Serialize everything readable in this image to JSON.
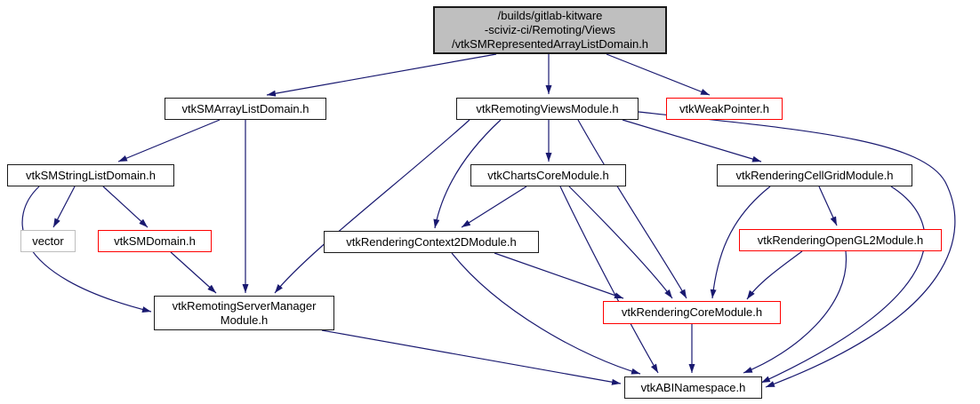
{
  "graph": {
    "title": "include dependency graph for /builds/gitlab-kitware-sciviz-ci/Remoting/Views/vtkSMRepresentedArrayListDomain.h",
    "background_color": "#ffffff",
    "edge_color": "#191970",
    "node_fill": "#ffffff",
    "main_node_fill": "#bfbfbf",
    "border_colors": {
      "normal": "#1a1a1a",
      "truncated": "#ff0000",
      "external": "#bebebe"
    },
    "nodes": [
      {
        "id": "main",
        "label": [
          "/builds/gitlab-kitware",
          "-sciviz-ci/Remoting/Views",
          "/vtkSMRepresentedArrayListDomain.h"
        ],
        "type": "main",
        "clickable": false
      },
      {
        "id": "arrayList",
        "label": [
          "vtkSMArrayListDomain.h"
        ],
        "type": "normal",
        "clickable": true
      },
      {
        "id": "remViews",
        "label": [
          "vtkRemotingViewsModule.h"
        ],
        "type": "normal",
        "clickable": true
      },
      {
        "id": "weakPtr",
        "label": [
          "vtkWeakPointer.h"
        ],
        "type": "red",
        "clickable": true
      },
      {
        "id": "strList",
        "label": [
          "vtkSMStringListDomain.h"
        ],
        "type": "normal",
        "clickable": true
      },
      {
        "id": "charts",
        "label": [
          "vtkChartsCoreModule.h"
        ],
        "type": "normal",
        "clickable": true
      },
      {
        "id": "cellGrid",
        "label": [
          "vtkRenderingCellGridModule.h"
        ],
        "type": "normal",
        "clickable": true
      },
      {
        "id": "vector",
        "label": [
          "vector"
        ],
        "type": "gray",
        "clickable": false
      },
      {
        "id": "smDomain",
        "label": [
          "vtkSMDomain.h"
        ],
        "type": "red",
        "clickable": true
      },
      {
        "id": "ctx2d",
        "label": [
          "vtkRenderingContext2DModule.h"
        ],
        "type": "normal",
        "clickable": true
      },
      {
        "id": "ogl2",
        "label": [
          "vtkRenderingOpenGL2Module.h"
        ],
        "type": "red",
        "clickable": true
      },
      {
        "id": "serverMgr",
        "label": [
          "vtkRemotingServerManager",
          "Module.h"
        ],
        "type": "normal",
        "clickable": true
      },
      {
        "id": "coreMod",
        "label": [
          "vtkRenderingCoreModule.h"
        ],
        "type": "red",
        "clickable": true
      },
      {
        "id": "abi",
        "label": [
          "vtkABINamespace.h"
        ],
        "type": "normal",
        "clickable": true
      }
    ],
    "edges": [
      {
        "from": "main",
        "to": "arrayList"
      },
      {
        "from": "main",
        "to": "remViews"
      },
      {
        "from": "main",
        "to": "weakPtr"
      },
      {
        "from": "arrayList",
        "to": "strList"
      },
      {
        "from": "arrayList",
        "to": "serverMgr"
      },
      {
        "from": "strList",
        "to": "vector"
      },
      {
        "from": "strList",
        "to": "smDomain"
      },
      {
        "from": "strList",
        "to": "serverMgr"
      },
      {
        "from": "smDomain",
        "to": "serverMgr"
      },
      {
        "from": "remViews",
        "to": "serverMgr"
      },
      {
        "from": "remViews",
        "to": "ctx2d"
      },
      {
        "from": "remViews",
        "to": "charts"
      },
      {
        "from": "remViews",
        "to": "cellGrid"
      },
      {
        "from": "remViews",
        "to": "coreMod"
      },
      {
        "from": "remViews",
        "to": "abi"
      },
      {
        "from": "charts",
        "to": "ctx2d"
      },
      {
        "from": "charts",
        "to": "coreMod"
      },
      {
        "from": "charts",
        "to": "abi"
      },
      {
        "from": "ctx2d",
        "to": "coreMod"
      },
      {
        "from": "ctx2d",
        "to": "abi"
      },
      {
        "from": "cellGrid",
        "to": "ogl2"
      },
      {
        "from": "cellGrid",
        "to": "coreMod"
      },
      {
        "from": "cellGrid",
        "to": "abi"
      },
      {
        "from": "ogl2",
        "to": "coreMod"
      },
      {
        "from": "ogl2",
        "to": "abi"
      },
      {
        "from": "serverMgr",
        "to": "abi"
      },
      {
        "from": "coreMod",
        "to": "abi"
      }
    ]
  }
}
